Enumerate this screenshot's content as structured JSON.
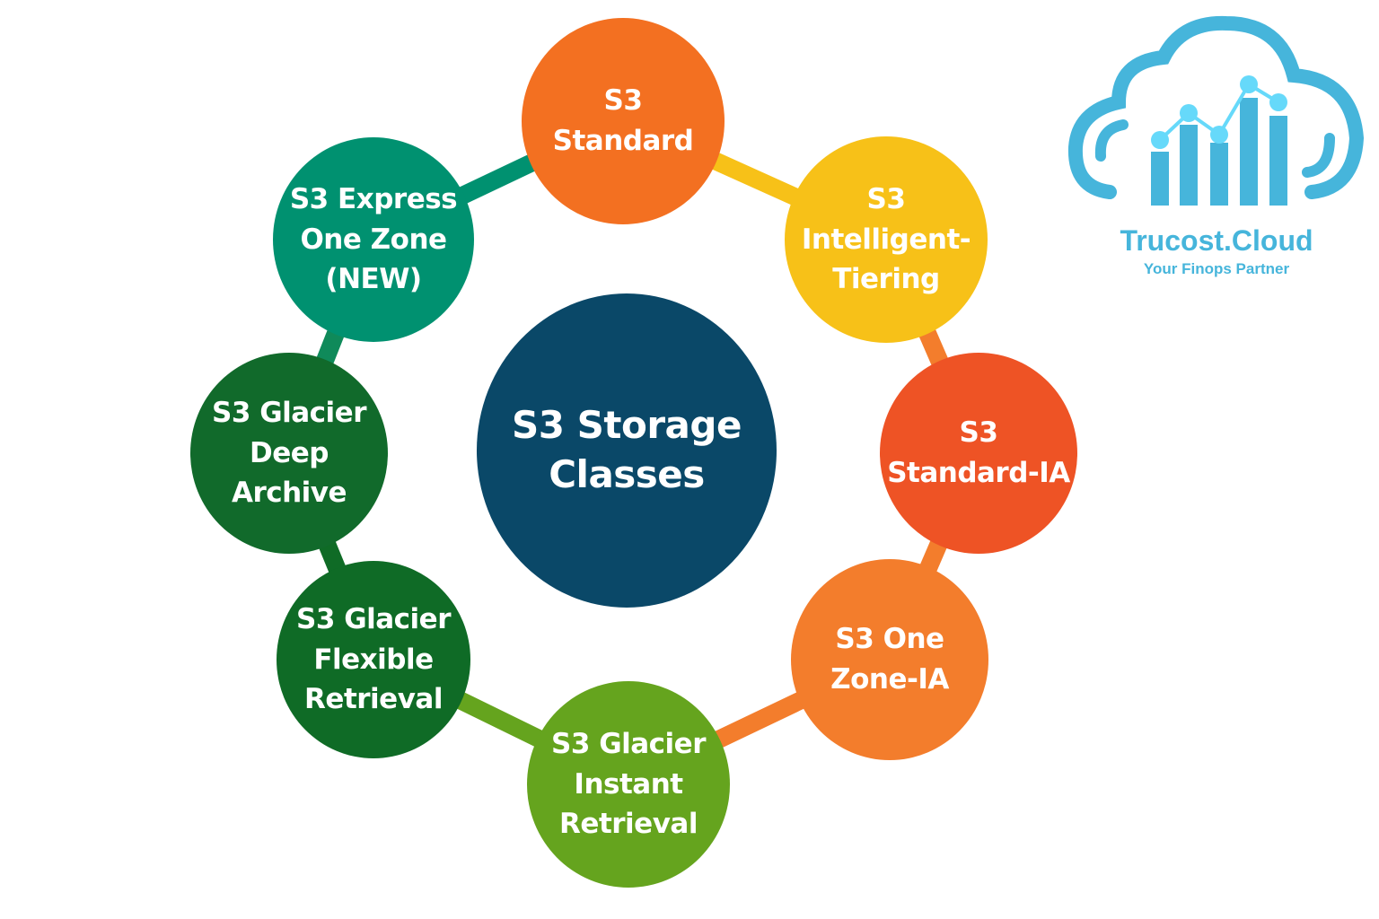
{
  "title": "S3 Storage Classes",
  "colors": {
    "center": "#0A4868",
    "logo": "#46B5DB",
    "logo_accent": "#66D9FA"
  },
  "nodes": [
    {
      "label": "S3 Standard",
      "lines": [
        "S3",
        "Standard"
      ],
      "color": "#F37021"
    },
    {
      "label": "S3 Intelligent-Tiering",
      "lines": [
        "S3 Intelligent-",
        "Tiering"
      ],
      "color": "#F7C118"
    },
    {
      "label": "S3 Standard-IA",
      "lines": [
        "S3",
        "Standard-IA"
      ],
      "color": "#EE5325"
    },
    {
      "label": "S3 One Zone-IA",
      "lines": [
        "S3 One",
        "Zone-IA"
      ],
      "color": "#F37D2C"
    },
    {
      "label": "S3 Glacier Instant Retrieval",
      "lines": [
        "S3 Glacier",
        "Instant",
        "Retrieval"
      ],
      "color": "#65A41E"
    },
    {
      "label": "S3 Glacier Flexible Retrieval",
      "lines": [
        "S3 Glacier",
        "Flexible",
        "Retrieval"
      ],
      "color": "#0F6B26"
    },
    {
      "label": "S3 Glacier Deep Archive",
      "lines": [
        "S3 Glacier",
        "Deep",
        "Archive"
      ],
      "color": "#116A2B"
    },
    {
      "label": "S3 Express One Zone (NEW)",
      "lines": [
        "S3 Express",
        "One Zone",
        "(NEW)"
      ],
      "color": "#009170"
    }
  ],
  "center_lines": [
    "S3 Storage",
    "Classes"
  ],
  "ring_colors": [
    "#F7C118",
    "#F37D2C",
    "#F37D2C",
    "#F37D2C",
    "#65A41E",
    "#0F6B26",
    "#0F8A5A",
    "#009170"
  ],
  "logo": {
    "name": "Trucost.Cloud",
    "tagline": "Your Finops Partner"
  }
}
